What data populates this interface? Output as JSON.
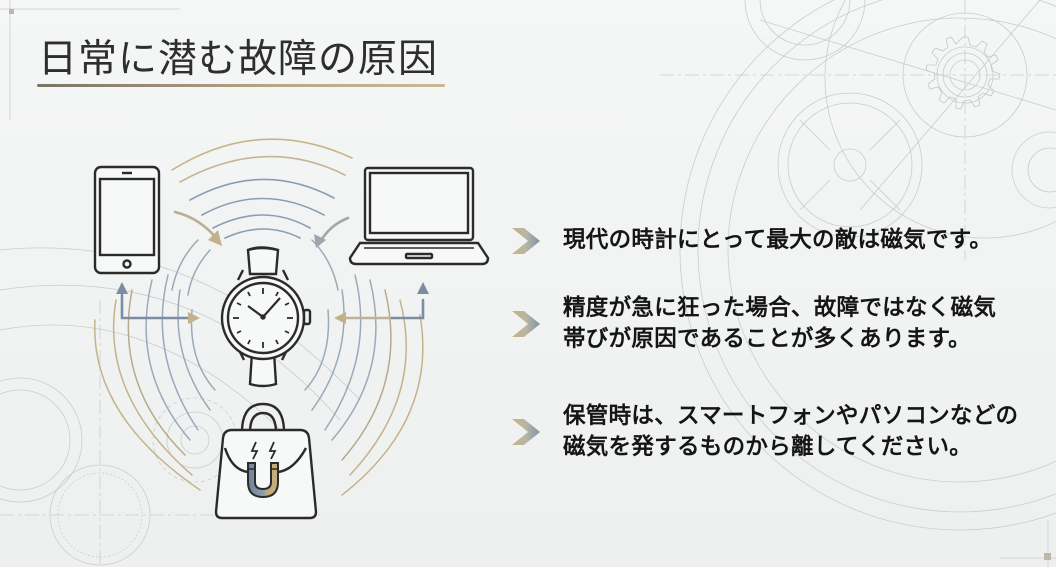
{
  "slide": {
    "title": "日常に潜む故障の原因",
    "colors": {
      "background": "#f3f4f4",
      "text": "#151515",
      "title": "#2e2e2e",
      "accent_gold": "#c2a878",
      "accent_steel": "#7f95a8",
      "icon_stroke": "#2b2b2b"
    }
  },
  "illustration": {
    "icons": [
      {
        "name": "smartphone-icon",
        "label": "smartphone"
      },
      {
        "name": "laptop-icon",
        "label": "laptop"
      },
      {
        "name": "wristwatch-icon",
        "label": "wristwatch"
      },
      {
        "name": "handbag-magnet-icon",
        "label": "handbag with magnetic clasp"
      }
    ]
  },
  "bullets": [
    {
      "lines": [
        "現代の時計にとって最大の敵は磁気です。"
      ]
    },
    {
      "lines": [
        "精度が急に狂った場合、故障ではなく磁気",
        "帯びが原因であることが多くあります。"
      ]
    },
    {
      "lines": [
        "保管時は、スマートフォンやパソコンなどの",
        "磁気を発するものから離してください。"
      ]
    }
  ]
}
